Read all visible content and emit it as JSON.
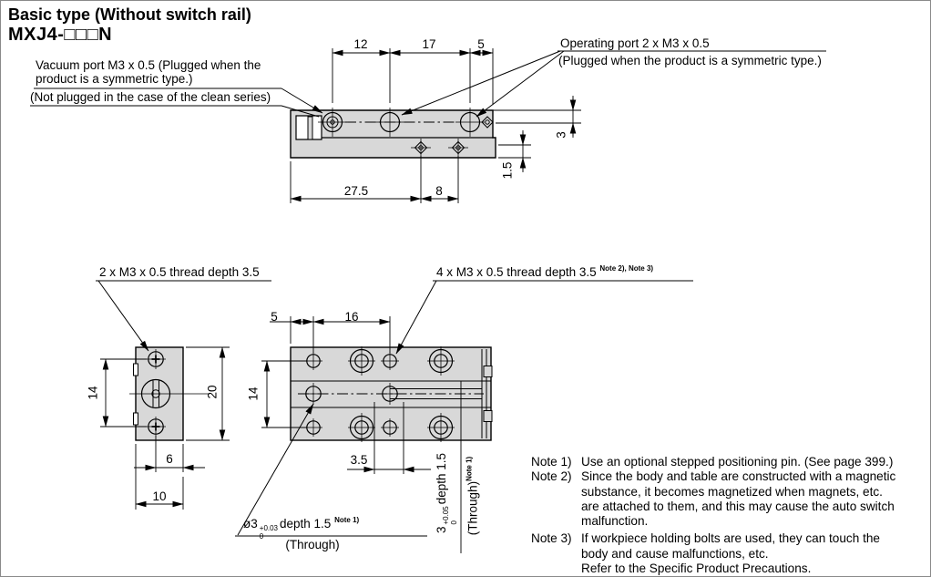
{
  "title": "Basic type (Without switch rail)",
  "model": "MXJ4-□□□N",
  "top_view": {
    "vacuum_label_l1": "Vacuum port M3 x 0.5 (Plugged when the",
    "vacuum_label_l2": "product is a symmetric type.)",
    "vacuum_label_l3": "(Not plugged in the case of the clean series)",
    "operating_label_l1": "Operating port 2 x M3 x 0.5",
    "operating_label_l2": "(Plugged when the product is a symmetric type.)",
    "dim_12": "12",
    "dim_17": "17",
    "dim_5": "5",
    "dim_3": "3",
    "dim_1_5": "1.5",
    "dim_27_5": "27.5",
    "dim_8": "8"
  },
  "end_view": {
    "thread_label": "2 x M3 x 0.5 thread depth 3.5",
    "dim_14": "14",
    "dim_20": "20",
    "dim_6": "6",
    "dim_10": "10"
  },
  "plan_view": {
    "thread_label": "4 x M3 x 0.5 thread depth 3.5",
    "thread_label_note": "Note 2), Note 3)",
    "dim_5": "5",
    "dim_16": "16",
    "dim_14": "14",
    "dim_3_5": "3.5",
    "pin_hole": {
      "prefix": "ø3",
      "tol_upper": "+0.03",
      "tol_lower": "0",
      "suffix": "depth 1.5",
      "note": "Note 1)",
      "through": "(Through)"
    },
    "slot": {
      "prefix": "3",
      "tol_upper": "+0.05",
      "tol_lower": "0",
      "suffix": "depth 1.5",
      "through": "(Through)",
      "note": "Note 1)"
    }
  },
  "notes": [
    {
      "label": "Note 1)",
      "text": "Use an optional stepped positioning pin. (See page 399.)"
    },
    {
      "label": "Note 2)",
      "text": "Since the body and table are constructed with a magnetic"
    },
    {
      "label": "",
      "text": "substance, it becomes magnetized when magnets, etc."
    },
    {
      "label": "",
      "text": "are attached to them, and this may cause the auto switch"
    },
    {
      "label": "",
      "text": "malfunction."
    },
    {
      "label": "Note 3)",
      "text": "If workpiece holding bolts are used, they can touch the"
    },
    {
      "label": "",
      "text": "body and cause malfunctions, etc."
    },
    {
      "label": "",
      "text": "Refer to the Specific Product Precautions."
    }
  ],
  "colors": {
    "body_fill": "#d8d8d8",
    "line": "#000000",
    "background": "#ffffff"
  }
}
